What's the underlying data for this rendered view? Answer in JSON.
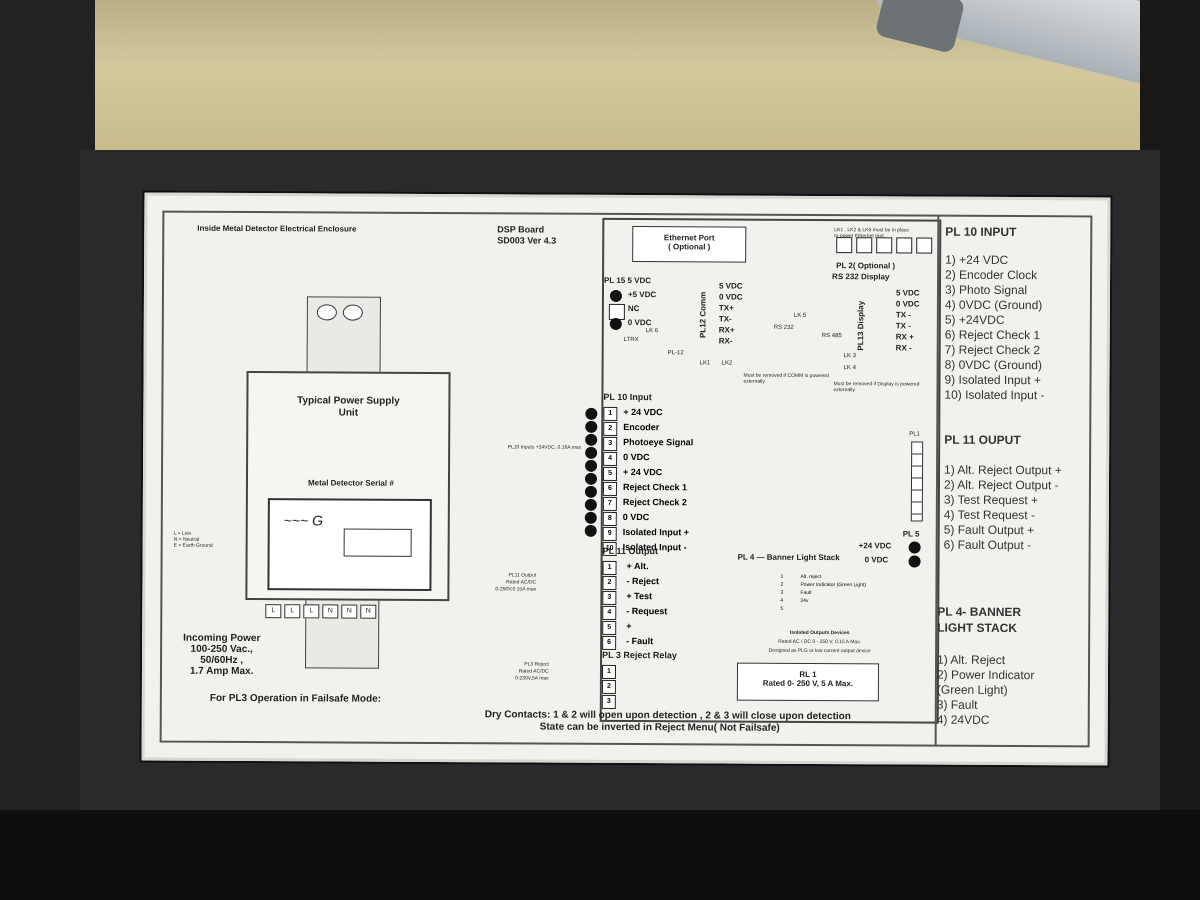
{
  "label": {
    "enclosure_title": "Inside Metal Detector Electrical Enclosure",
    "board_title": "DSP Board",
    "board_version": "SD003 Ver 4.3",
    "psu_title": "Typical Power Supply Unit",
    "metal_detector_label": "Metal Detector Serial #",
    "incoming_power": [
      "Incoming Power",
      "100-250 Vac.,",
      "50/60Hz ,",
      "1.7 Amp Max."
    ],
    "pl3_note": "For PL3  Operation in Failsafe Mode:",
    "dry_contacts_1": "Dry Contacts:  1 & 2 will open upon detection , 2 & 3 will close upon detection",
    "dry_contacts_2": "State can be inverted in Reject Menu( Not Failsafe)",
    "ethernet_port": "Ethernet Port",
    "ethernet_optional": "( Optional )",
    "pl15": [
      "PL 15  5  VDC",
      "+5  VDC",
      "NC",
      "0  VDC"
    ],
    "pl12_comm": "PL12 Comm",
    "pl12_pins": [
      "5 VDC",
      "0 VDC",
      "TX+",
      "TX-",
      "RX+",
      "RX-"
    ],
    "pl13_display": "PL13 Display",
    "pl13_pins": [
      "5 VDC",
      "0 VDC",
      "TX -",
      "TX -",
      "RX +",
      "RX -"
    ],
    "pl2_label": "PL 2(  Optional  )",
    "pl2_sub": "RS  232     Display",
    "rs232": "RS 232",
    "rs485": "RS 485",
    "lk_labels": [
      "LK 6",
      "LK1",
      "LK2",
      "LK 3",
      "LK 4",
      "LK 5"
    ],
    "ltrx": "LTRX",
    "pl_12_small": "PL-12",
    "lk_note": "Must be removed if COMM is powered externally",
    "lk_note2": "Must be removed if Display is powered externally",
    "pl10_title": "PL 10   Input",
    "pl10_side": "PL10 Inputs +24VDC, 0.16A max",
    "pl10_pins": [
      "+ 24 VDC",
      "Encoder",
      "Photoeye Signal",
      "0 VDC",
      "+ 24 VDC",
      "Reject Check 1",
      "Reject Check 2",
      "0 VDC",
      "Isolated Input +",
      "Isolated Input  -"
    ],
    "pl11_title": "PL 11   Output",
    "pl11_side": [
      "PL11 Output",
      "Rated AC/DC",
      "0-250V,0.15A max"
    ],
    "pl11_pins": [
      "+   Alt.",
      "-   Reject",
      "+   Test",
      "-   Request",
      "+",
      "-   Fault"
    ],
    "pl3_title": "PL 3     Reject Relay",
    "pl3_side": [
      "PL3 Reject",
      "Rated AC/DC",
      "0-230V,5A max"
    ],
    "pl4_title": "PL 4 — Banner Light Stack",
    "pl4_pins": [
      "Alt. reject",
      "Power Indicator (Green Light)",
      "Fault",
      "24v"
    ],
    "pl5_label": "PL 5",
    "pl5_pins": [
      "+24 VDC",
      "0   VDC"
    ],
    "pl1_label": "PL1",
    "isolated_note": [
      "Isolated Outputs Devices",
      "Rated AC / DC 0 - 250 V, 0.15 A Max.",
      "Designed as PLG or low current output device"
    ],
    "rl1_title": "RL 1",
    "rl1_rating": "Rated  0- 250 V, 5 A Max.",
    "psu_legend": [
      "L = Live",
      "N = Neutral",
      "E = Earth Ground"
    ],
    "psu_terms": [
      "L",
      "L",
      "L",
      "N",
      "N",
      "N"
    ]
  },
  "right_column": {
    "pl10_heading": "PL 10 INPUT",
    "pl10_items": [
      "1) +24 VDC",
      "2) Encoder Clock",
      "3) Photo Signal",
      "4) 0VDC (Ground)",
      "5) +24VDC",
      "6) Reject Check 1",
      "7) Reject Check 2",
      "8) 0VDC (Ground)",
      "9) Isolated Input +",
      "10) Isolated Input -"
    ],
    "pl11_heading": "PL 11 OUPUT",
    "pl11_items": [
      "1) Alt. Reject Output +",
      "2) Alt. Reject Output -",
      "3) Test Request +",
      "4) Test Request -",
      "5) Fault Output +",
      "6) Fault Output -"
    ],
    "pl4_heading_1": "PL 4- BANNER",
    "pl4_heading_2": "LIGHT STACK",
    "pl4_items": [
      "1) Alt. Reject",
      "2) Power Indicator",
      "(Green Light)",
      "3) Fault",
      "4) 24VDC"
    ]
  }
}
